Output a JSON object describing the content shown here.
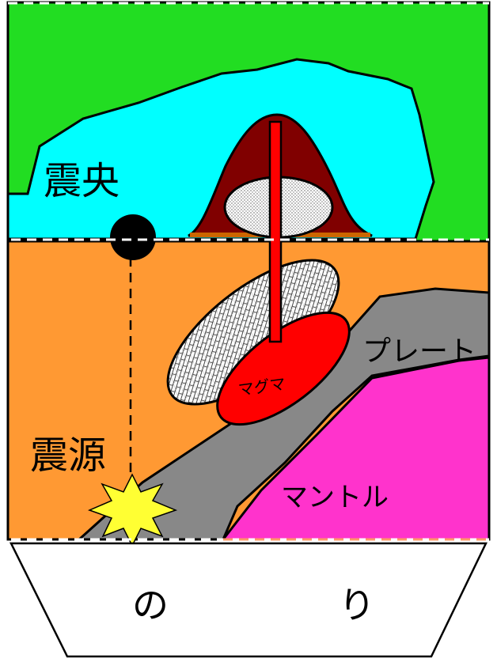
{
  "labels": {
    "epicenter": "震央",
    "hypocenter": "震源",
    "plate": "プレート",
    "magma": "マグマ",
    "mantle": "マントル",
    "glue_left": "の",
    "glue_right": "り"
  },
  "colors": {
    "surface_green": "#22dd22",
    "sky_cyan": "#00ffff",
    "crust_orange": "#ff9933",
    "plate_gray": "#888888",
    "mantle_magenta": "#ff33cc",
    "magma_red": "#ff0000",
    "volcano_maroon": "#800000",
    "quake_star": "#ffff33",
    "flap_white": "#ffffff"
  }
}
